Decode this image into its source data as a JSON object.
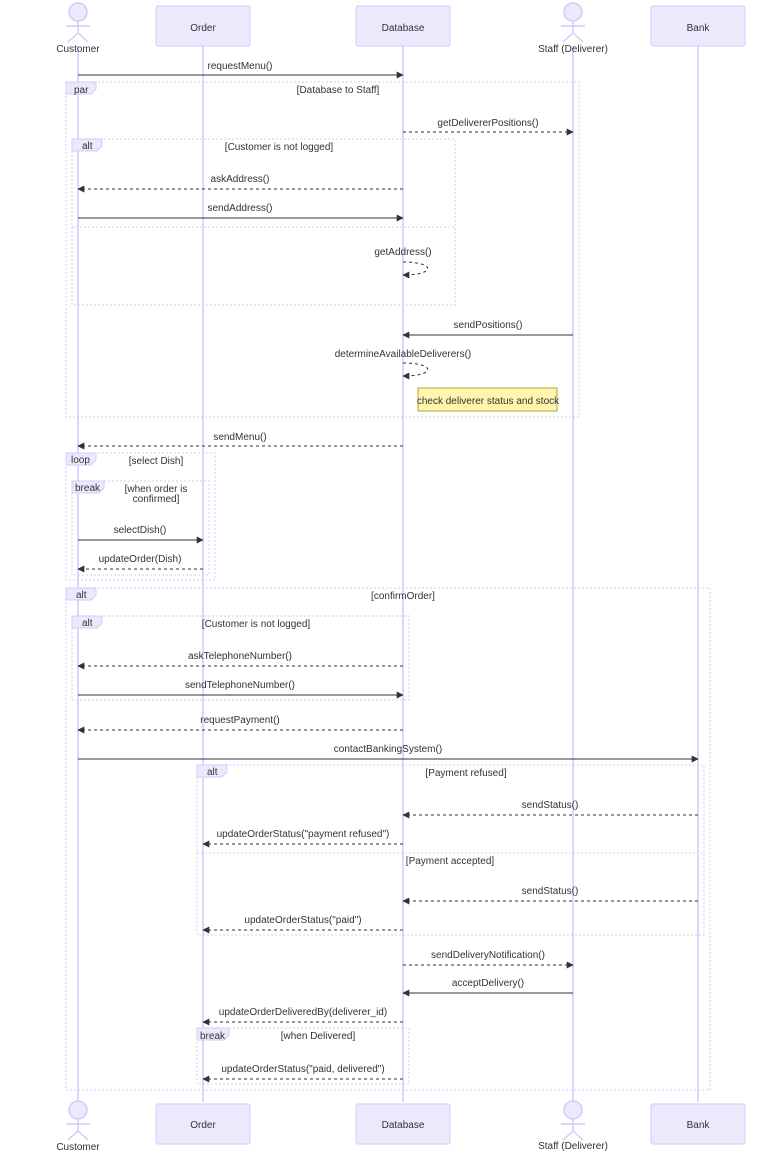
{
  "participants": [
    {
      "id": "customer",
      "label": "Customer",
      "kind": "actor"
    },
    {
      "id": "order",
      "label": "Order",
      "kind": "box"
    },
    {
      "id": "database",
      "label": "Database",
      "kind": "box"
    },
    {
      "id": "staff",
      "label": "Staff (Deliverer)",
      "kind": "actor"
    },
    {
      "id": "bank",
      "label": "Bank",
      "kind": "box"
    }
  ],
  "frames": [
    {
      "id": "par-db-staff",
      "type": "par",
      "conditions": [
        "[Database to Staff]"
      ]
    },
    {
      "id": "alt-not-logged-1",
      "type": "alt",
      "conditions": [
        "[Customer is not logged]"
      ]
    },
    {
      "id": "loop-select-dish",
      "type": "loop",
      "conditions": [
        "[select Dish]"
      ]
    },
    {
      "id": "break-order-confirmed",
      "type": "break",
      "conditions": [
        "[when order is",
        "confirmed]"
      ]
    },
    {
      "id": "alt-confirm-order",
      "type": "alt",
      "conditions": [
        "[confirmOrder]"
      ]
    },
    {
      "id": "alt-not-logged-2",
      "type": "alt",
      "conditions": [
        "[Customer is not logged]"
      ]
    },
    {
      "id": "alt-payment",
      "type": "alt",
      "conditions": [
        "[Payment refused]",
        "[Payment accepted]"
      ]
    },
    {
      "id": "break-delivered",
      "type": "break",
      "conditions": [
        "[when Delivered]"
      ]
    }
  ],
  "messages": [
    {
      "from": "customer",
      "to": "database",
      "label": "requestMenu()",
      "style": "solid"
    },
    {
      "from": "database",
      "to": "staff",
      "label": "getDelivererPositions()",
      "style": "dashed"
    },
    {
      "from": "database",
      "to": "customer",
      "label": "askAddress()",
      "style": "dashed"
    },
    {
      "from": "customer",
      "to": "database",
      "label": "sendAddress()",
      "style": "solid"
    },
    {
      "from": "database",
      "to": "database",
      "label": "getAddress()",
      "style": "dashed"
    },
    {
      "from": "staff",
      "to": "database",
      "label": "sendPositions()",
      "style": "solid"
    },
    {
      "from": "database",
      "to": "database",
      "label": "determineAvailableDeliverers()",
      "style": "dashed"
    },
    {
      "from": "database",
      "to": "customer",
      "label": "sendMenu()",
      "style": "dashed"
    },
    {
      "from": "customer",
      "to": "order",
      "label": "selectDish()",
      "style": "solid"
    },
    {
      "from": "order",
      "to": "customer",
      "label": "updateOrder(Dish)",
      "style": "dashed"
    },
    {
      "from": "database",
      "to": "customer",
      "label": "askTelephoneNumber()",
      "style": "dashed"
    },
    {
      "from": "customer",
      "to": "database",
      "label": "sendTelephoneNumber()",
      "style": "solid"
    },
    {
      "from": "database",
      "to": "customer",
      "label": "requestPayment()",
      "style": "dashed"
    },
    {
      "from": "customer",
      "to": "bank",
      "label": "contactBankingSystem()",
      "style": "solid"
    },
    {
      "from": "bank",
      "to": "database",
      "label": "sendStatus()",
      "style": "dashed"
    },
    {
      "from": "database",
      "to": "order",
      "label": "updateOrderStatus(\"payment refused\")",
      "style": "dashed"
    },
    {
      "from": "bank",
      "to": "database",
      "label": "sendStatus()",
      "style": "dashed"
    },
    {
      "from": "database",
      "to": "order",
      "label": "updateOrderStatus(\"paid\")",
      "style": "dashed"
    },
    {
      "from": "database",
      "to": "staff",
      "label": "sendDeliveryNotification()",
      "style": "dashed"
    },
    {
      "from": "staff",
      "to": "database",
      "label": "acceptDelivery()",
      "style": "solid"
    },
    {
      "from": "database",
      "to": "order",
      "label": "updateOrderDeliveredBy(deliverer_id)",
      "style": "dashed"
    },
    {
      "from": "database",
      "to": "order",
      "label": "updateOrderStatus(\"paid, delivered\")",
      "style": "dashed"
    }
  ],
  "notes": [
    {
      "label": "check deliverer status and stock"
    }
  ],
  "colors": {
    "box_fill": "#EAEAFC",
    "box_stroke": "#CCCCFF",
    "lifeline": "#CCCCFF",
    "frame_stroke": "#CCCCFF",
    "arrow": "#333333",
    "note_fill": "#FFF5AD",
    "note_stroke": "#AAAA33"
  }
}
